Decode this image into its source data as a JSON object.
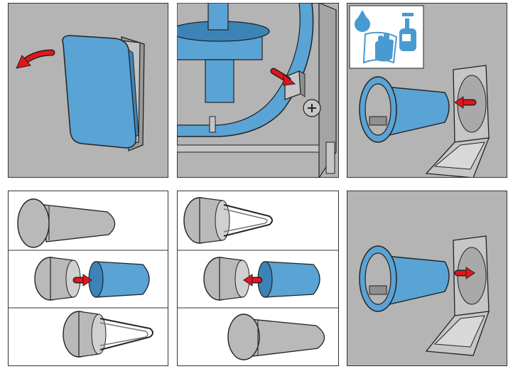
{
  "colors": {
    "panel_gray": "#b4b4b4",
    "panel_white": "#ffffff",
    "part_blue": "#5aa3d5",
    "part_blue_dark": "#3c84b8",
    "part_gray": "#b9b9b9",
    "part_gray_dark": "#8f8f8f",
    "arrow_red": "#e5141b",
    "outline": "#222222",
    "icon_blue": "#4a9ad2"
  },
  "steps": [
    {
      "id": "step-1",
      "action": "remove-front-cover",
      "arrow": "curved-left"
    },
    {
      "id": "step-2",
      "action": "press-release-latch",
      "arrow": "into-latch"
    },
    {
      "id": "step-3",
      "action": "pull-out-filter-holder",
      "arrow": "left",
      "icon": "hand-hygiene-icon"
    },
    {
      "id": "step-4",
      "action": "separate-filter-from-holder",
      "arrow": "right"
    },
    {
      "id": "step-5",
      "action": "insert-new-filter-into-holder",
      "arrow": "left"
    },
    {
      "id": "step-6",
      "action": "reinsert-filter-holder",
      "arrow": "right"
    }
  ]
}
